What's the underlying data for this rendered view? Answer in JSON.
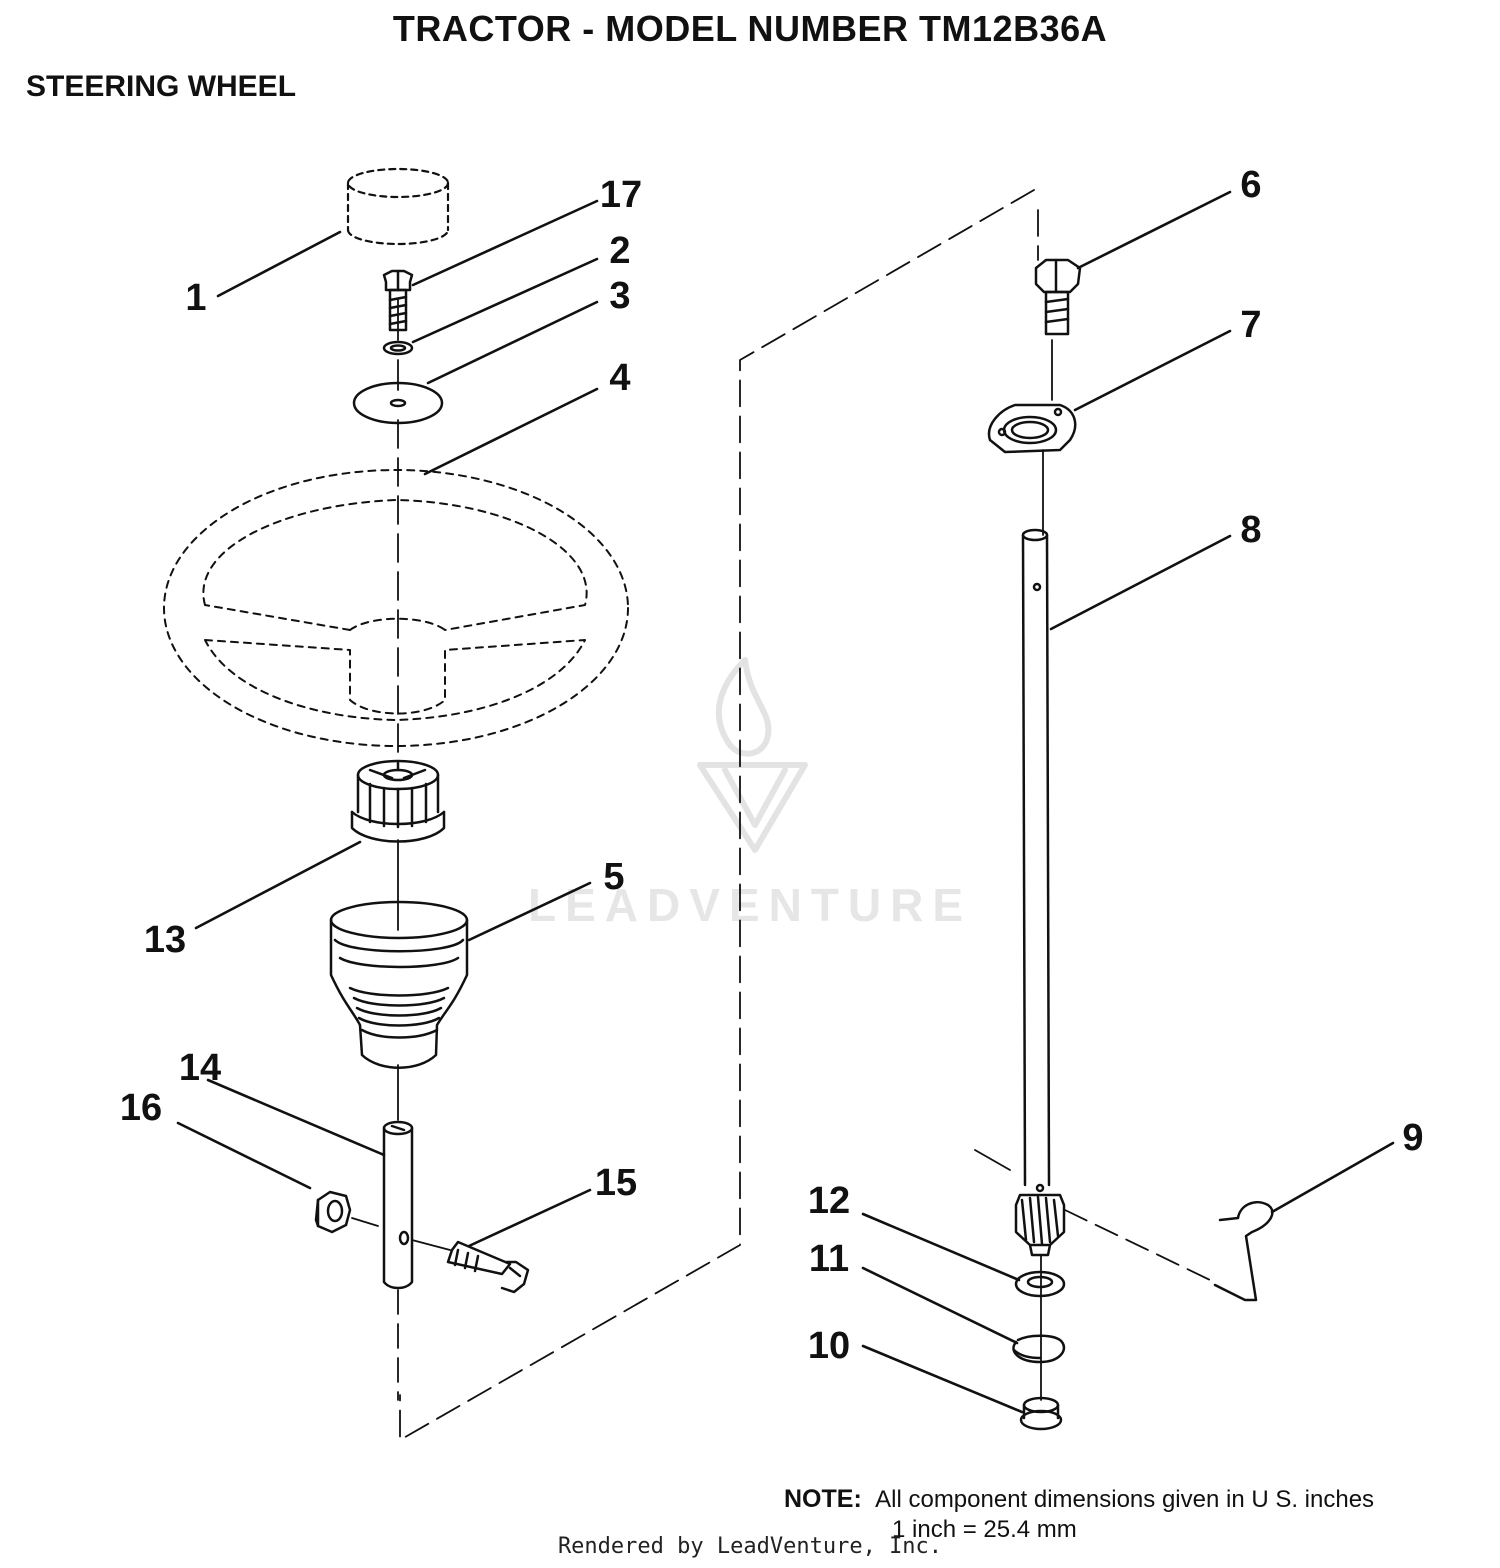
{
  "title": "TRACTOR  - MODEL NUMBER TM12B36A",
  "section": "STEERING WHEEL",
  "callouts": [
    "1",
    "2",
    "3",
    "4",
    "5",
    "6",
    "7",
    "8",
    "9",
    "10",
    "11",
    "12",
    "13",
    "14",
    "15",
    "16",
    "17"
  ],
  "watermark": "LEADVENTURE",
  "note": {
    "label": "NOTE:",
    "line1": "All component dimensions given in U S. inches",
    "line2": "1 inch = 25.4 mm"
  },
  "footer": "Rendered by LeadVenture, Inc."
}
